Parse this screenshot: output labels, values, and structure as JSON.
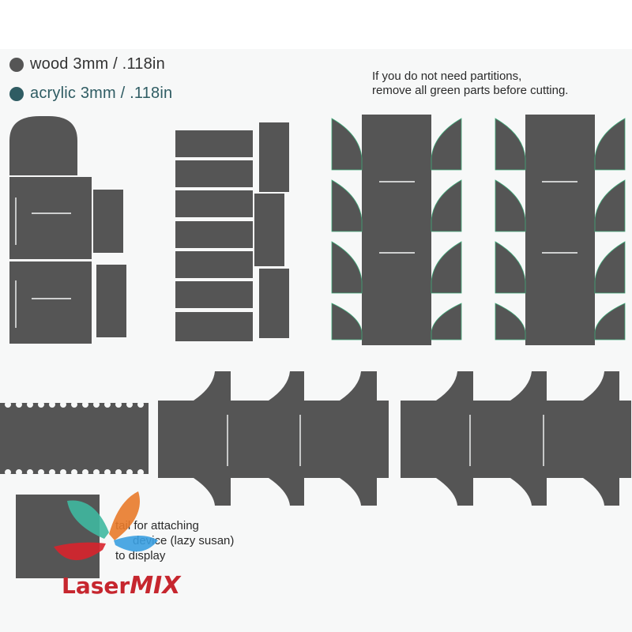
{
  "legend": [
    {
      "label": "wood  3mm / .118in",
      "color": "#555555"
    },
    {
      "label": "acrylic 3mm / .118in",
      "color": "#2f5c63"
    }
  ],
  "note": {
    "line1": "If you do not need partitions,",
    "line2": "remove all green parts before cutting."
  },
  "detail_note": {
    "line1": "tail for attaching",
    "line2": "device (lazy susan)",
    "line3": "to display"
  },
  "logo": {
    "word1": "Laser",
    "word2": "MIX"
  },
  "colors": {
    "wood": "#555555",
    "acrylic": "#2f5c63",
    "partition_outline": "#3fa878",
    "background": "#f7f8f8"
  }
}
